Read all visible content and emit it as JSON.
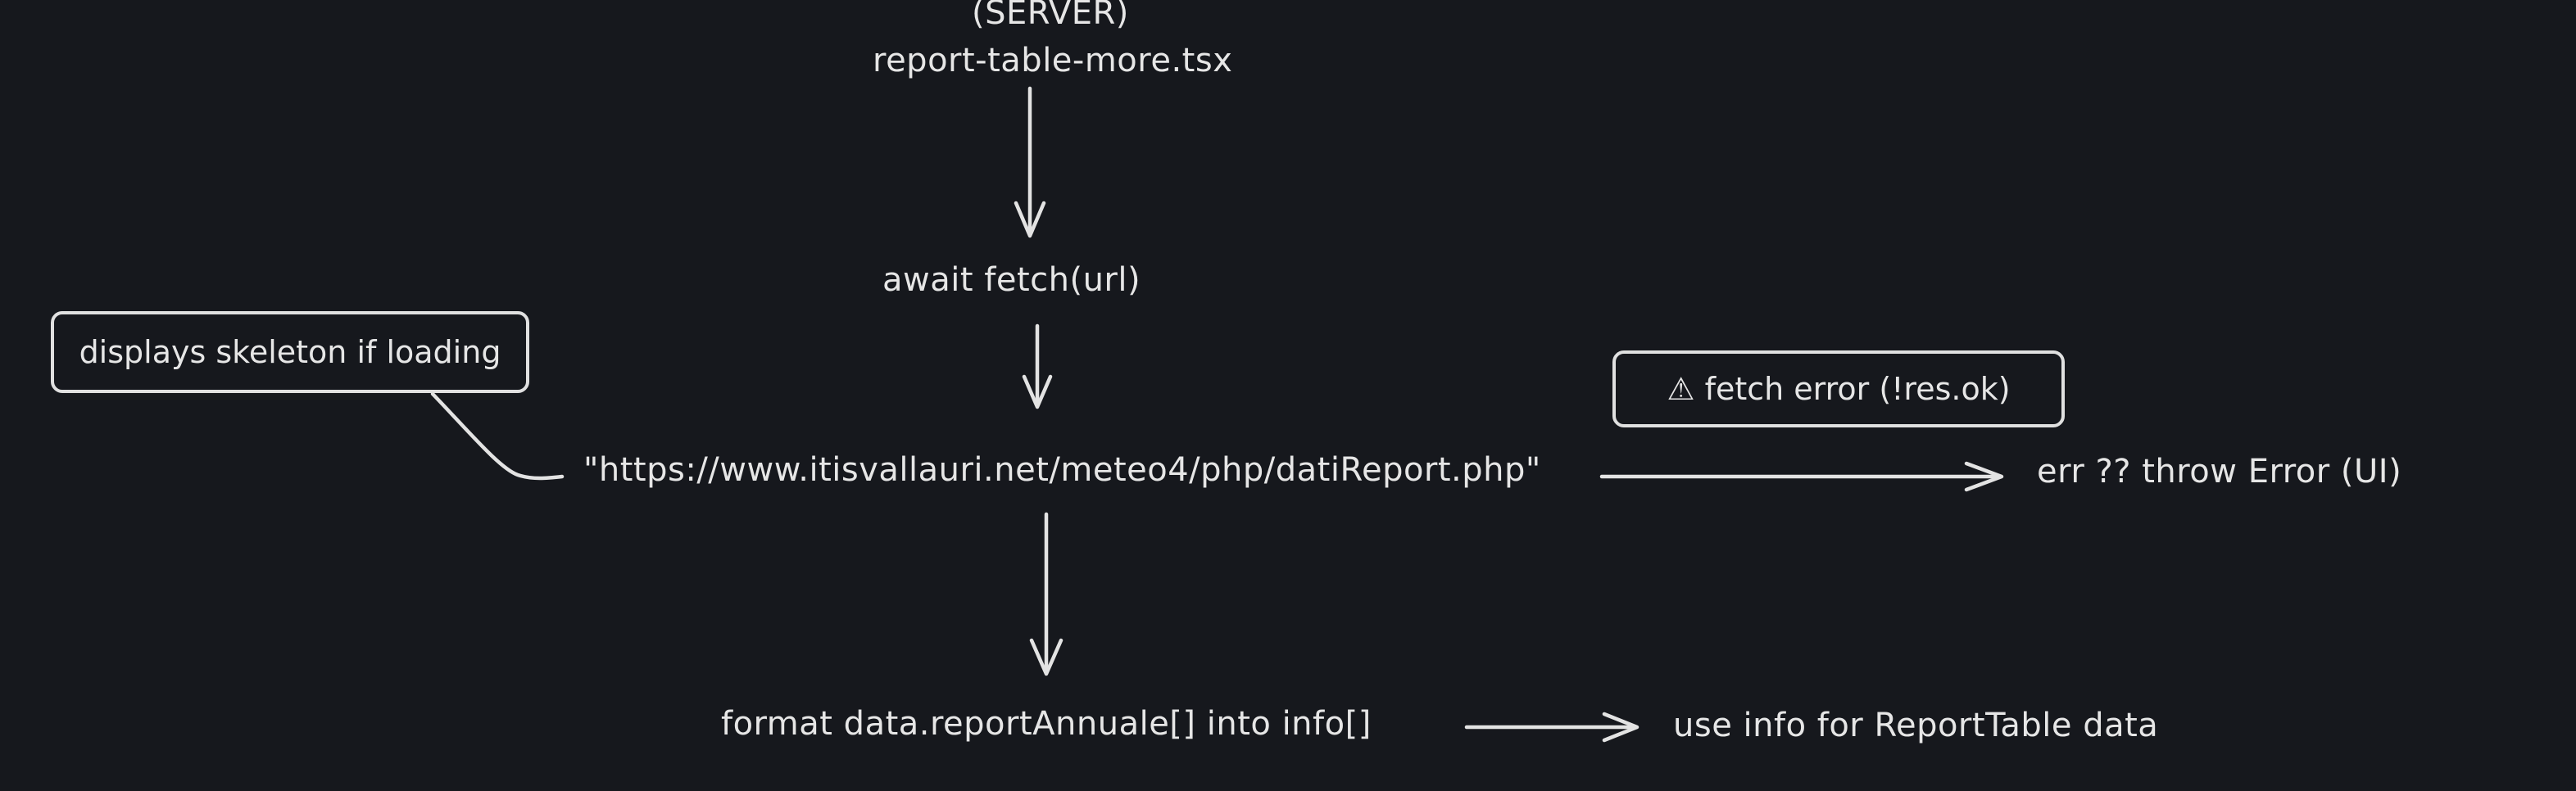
{
  "nodes": {
    "server_label": "(SERVER)",
    "source_file": "report-table-more.tsx",
    "fetch_call": "await fetch(url)",
    "skeleton_note": "displays skeleton if loading",
    "url": "\"https://www.itisvallauri.net/meteo4/php/datiReport.php\"",
    "error_note": "⚠ fetch error (!res.ok)",
    "error_result": "err ?? throw Error (UI)",
    "format_step": "format data.reportAnnuale[] into info[]",
    "use_step": "use info for ReportTable data"
  }
}
